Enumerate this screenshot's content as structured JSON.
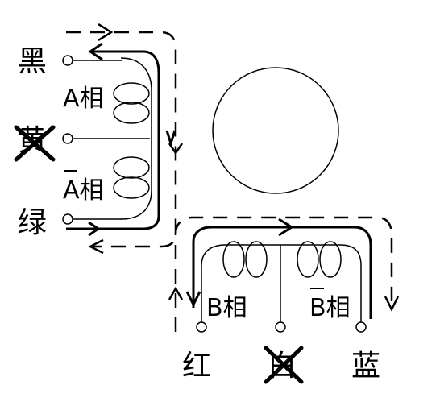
{
  "wires": {
    "black": "黑",
    "yellow": "黄",
    "green": "绿",
    "red": "红",
    "white": "白",
    "blue": "蓝"
  },
  "phases": {
    "a": "A相",
    "a_bar": "A相",
    "b": "B相",
    "b_bar": "B相"
  },
  "disconnected_wires": [
    "yellow",
    "white"
  ],
  "colors": {
    "ink": "#000000",
    "background": "#ffffff"
  }
}
